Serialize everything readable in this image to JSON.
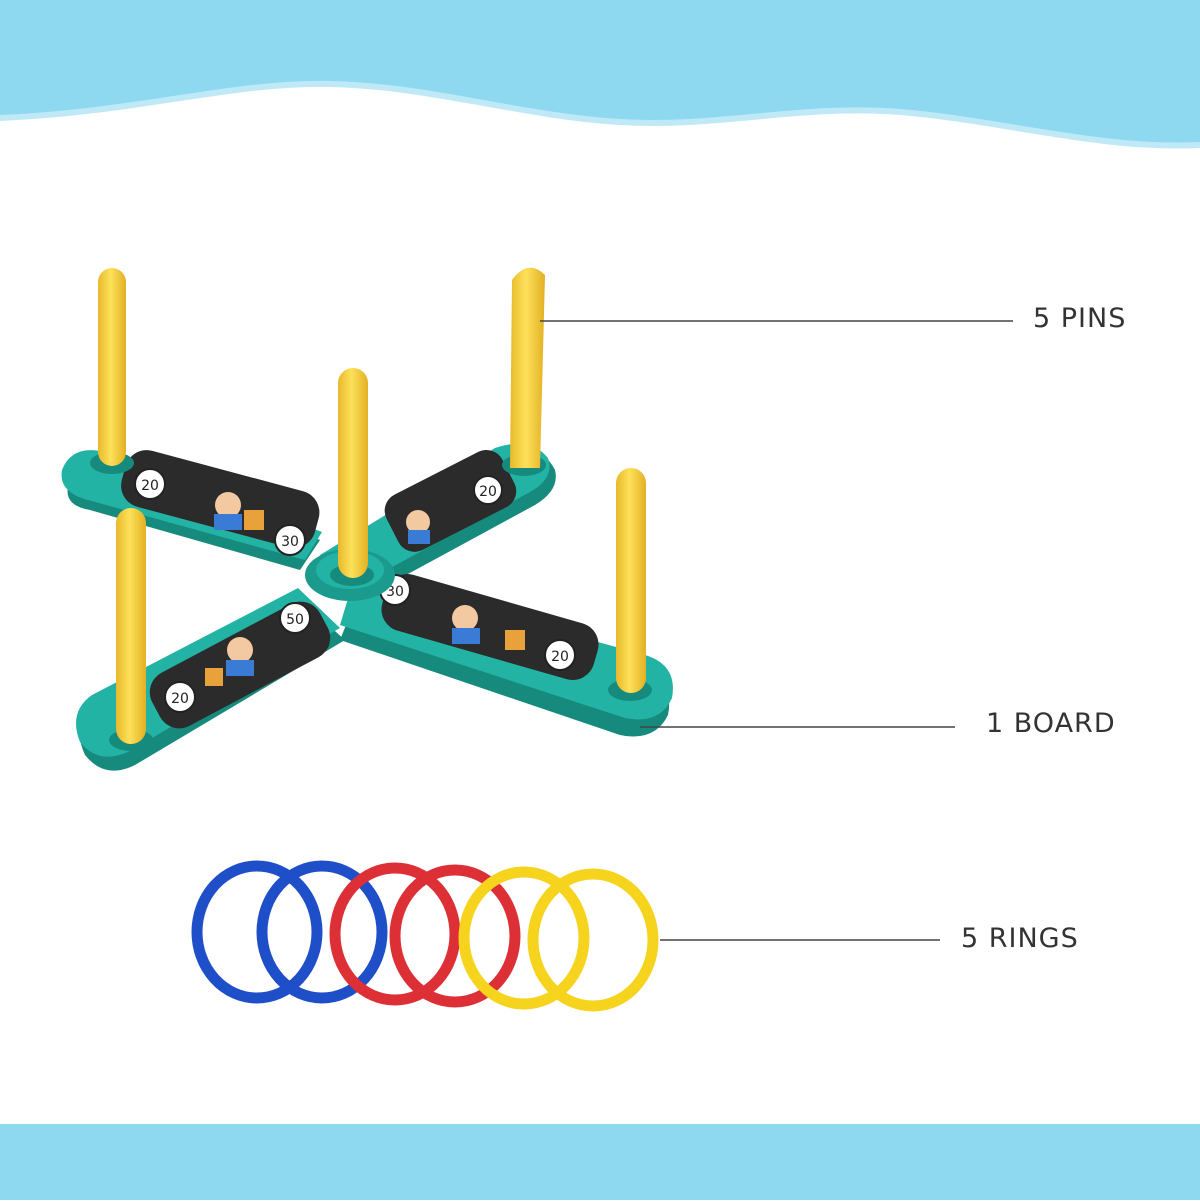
{
  "callouts": {
    "pins": "5 PINS",
    "board": "1 BOARD",
    "rings": "5 RINGS"
  },
  "board_scores": {
    "left_arm_end": "20",
    "left_arm_inner": "30",
    "right_arm_end": "20",
    "right_arm_inner": "30",
    "front_arm_inner": "50",
    "front_arm_end": "20",
    "back_arm_end": "20"
  },
  "colors": {
    "sky_band": "#8fd9f0",
    "board": "#23b3a4",
    "board_dark": "#168a7d",
    "pin": "#f8d33e",
    "pin_dark": "#d9a81c",
    "ring_blue": "#1f4fc8",
    "ring_red": "#dd2f36",
    "ring_yellow": "#f6d31d",
    "leader_line": "#444444"
  }
}
